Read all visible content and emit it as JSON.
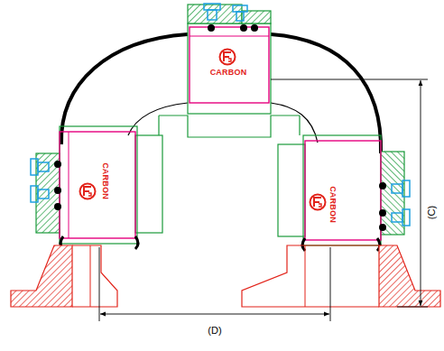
{
  "diagram": {
    "labels": [
      "CARBON",
      "CARBON",
      "CARBON",
      "(C)",
      "(D)"
    ]
  }
}
